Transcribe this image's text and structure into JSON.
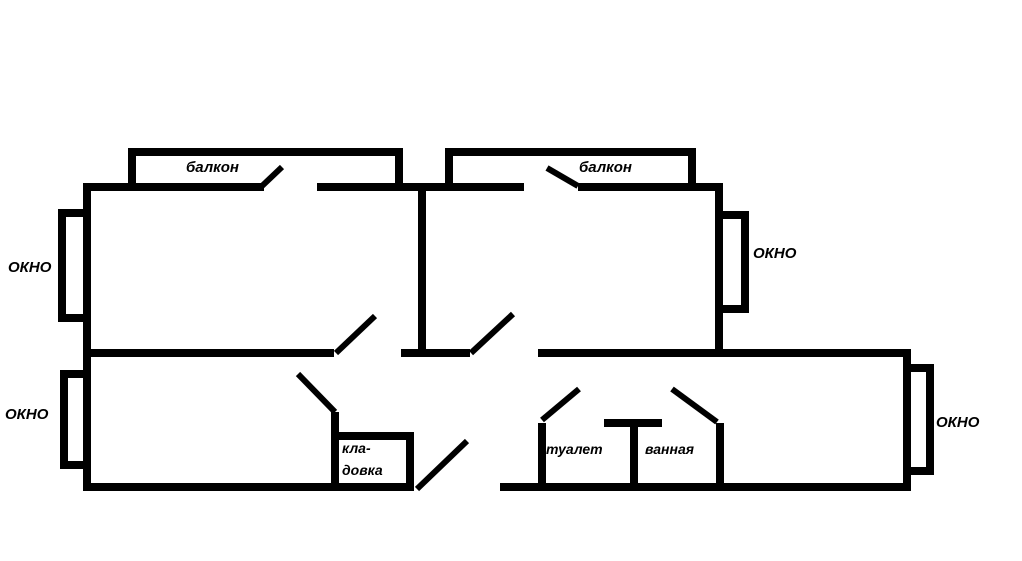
{
  "labels": {
    "balcony_left": "балкон",
    "balcony_right": "балкон",
    "window_top_left": "ОКНО",
    "window_bottom_left": "ОКНО",
    "window_top_right": "ОКНО",
    "window_bottom_right": "ОКНО",
    "pantry_line1": "кла-",
    "pantry_line2": "довка",
    "toilet": "туалет",
    "bathroom": "ванная"
  }
}
